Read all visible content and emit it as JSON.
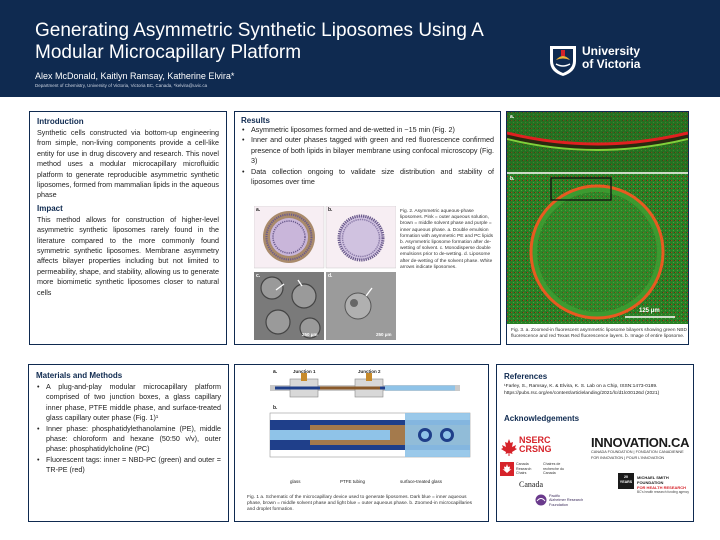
{
  "header": {
    "title": "Generating Asymmetric Synthetic Liposomes Using A Modular Microcapillary Platform",
    "authors": "Alex McDonald, Kaitlyn Ramsay, Katherine Elvira*",
    "affiliation": "Department of Chemistry, University of Victoria, Victoria BC, Canada, *kelvira@uvic.ca",
    "university_line1": "University",
    "university_line2": "of Victoria"
  },
  "intro": {
    "heading": "Introduction",
    "text": "Synthetic cells constructed via bottom-up engineering from simple, non-living components provide a cell-like entity for use in drug discovery and research. This novel method uses a modular microcapillary microfluidic platform to generate reproducible asymmetric synthetic liposomes, formed from mammalian lipids in the aqueous phase",
    "impact_heading": "Impact",
    "impact_text": "This method allows for construction of higher-level asymmetric synthetic liposomes rarely found in the literature compared to the more commonly found symmetric synthetic liposomes. Membrane asymmetry affects bilayer properties including but not limited to permeability, shape, and stability, allowing us to generate more biomimetic synthetic liposomes closer to natural cells"
  },
  "results": {
    "heading": "Results",
    "bullets": [
      "Asymmetric liposomes formed and de-wetted in ~15 min (Fig. 2)",
      "Inner and outer phases tagged with green and red fluorescence confirmed presence of both lipids in bilayer membrane using confocal microscopy (Fig. 3)",
      "Data collection ongoing to validate size distribution and stability of liposomes over time"
    ],
    "fig2_caption": "Fig. 2. Asymmetric aqueous-phase liposomes. Pink = outer aqueous solution, brown = middle solvent phase and purple = inner aqueous phase. a. Double emulsion formation with asymmetric PE and PC lipids b. Asymmetric liposome formation after de-wetting of solvent. c. Monodisperse double emulsions prior to de-wetting. d. Liposome after de-wetting of the solvent phase. White arrows indicate liposomes.",
    "fig2_labels": [
      "a.",
      "b.",
      "c.",
      "d."
    ],
    "fig2_scale1": "250 μm",
    "fig2_scale2": "250 μm"
  },
  "fig3": {
    "label_a": "a.",
    "label_b": "b.",
    "scale": "125 μm",
    "caption": "Fig. 3. a. Zoomed-in fluorescent asymmetric liposome bilayers showing green NBD fluorescence and red Texas Red fluorescence layers. b. Image of entire liposome."
  },
  "methods": {
    "heading": "Materials and Methods",
    "bullets": [
      "A plug-and-play modular microcapillary platform comprised of two junction boxes, a glass capillary inner phase, PTFE middle phase, and surface-treated glass capillary outer phase (Fig. 1)¹",
      "Inner phase: phosphatidylethanolamine (PE), middle phase: chloroform and hexane (50:50 v/v), outer phase: phosphatidylcholine (PC)",
      "Fluorescent tags: inner = NBD-PC (green) and outer = TR-PE (red)"
    ]
  },
  "fig1": {
    "label_a": "a.",
    "label_b": "b.",
    "junction1": "Junction 1",
    "junction2": "Junction 2",
    "glass": "glass",
    "ptfe": "PTFE tubing",
    "treated": "surface-treated glass",
    "caption": "Fig. 1 a. Schematic of the microcapillary device used to generate liposomes. Dark blue = inner aqueous phase, brown = middle solvent phase and light blue = outer aqueous phase. b. Zoomed-in microcapillaries and droplet formation."
  },
  "references": {
    "heading": "References",
    "ref1": "¹Farley, S., Ramsay, K. & Elvira, K. S. Lab on a Chip, ISSN:1473-0189.",
    "ref2": "https://pubs.rsc.org/en/content/articlelanding/2021/lc/d1lc00126d (2021)",
    "ack_heading": "Acknowledgements",
    "nserc": "NSERC",
    "crsng": "CRSNG",
    "innovation": "INNOVATION.CA",
    "innovation_sub1": "CANADA FOUNDATION  |  FONDATION CANADIENNE",
    "innovation_sub2": "FOR INNOVATION  |  POUR L'INNOVATION",
    "canada_left": "Canada Research Chairs",
    "canada_right": "Chaires de recherche du Canada",
    "canada_word": "Canada",
    "pacific1": "Pacific",
    "pacific2": "Alzheimer Research",
    "pacific3": "Foundation",
    "msfhr_years": "20 YEARS",
    "msfhr1": "MICHAEL SMITH FOUNDATION",
    "msfhr2": "FOR HEALTH RESEARCH",
    "msfhr3": "BC's health research funding agency"
  },
  "colors": {
    "navy": "#0f2a50",
    "nserc_red": "#d6232a",
    "green_fluor": "#2f9a2b",
    "red_fluor": "#e02020"
  }
}
